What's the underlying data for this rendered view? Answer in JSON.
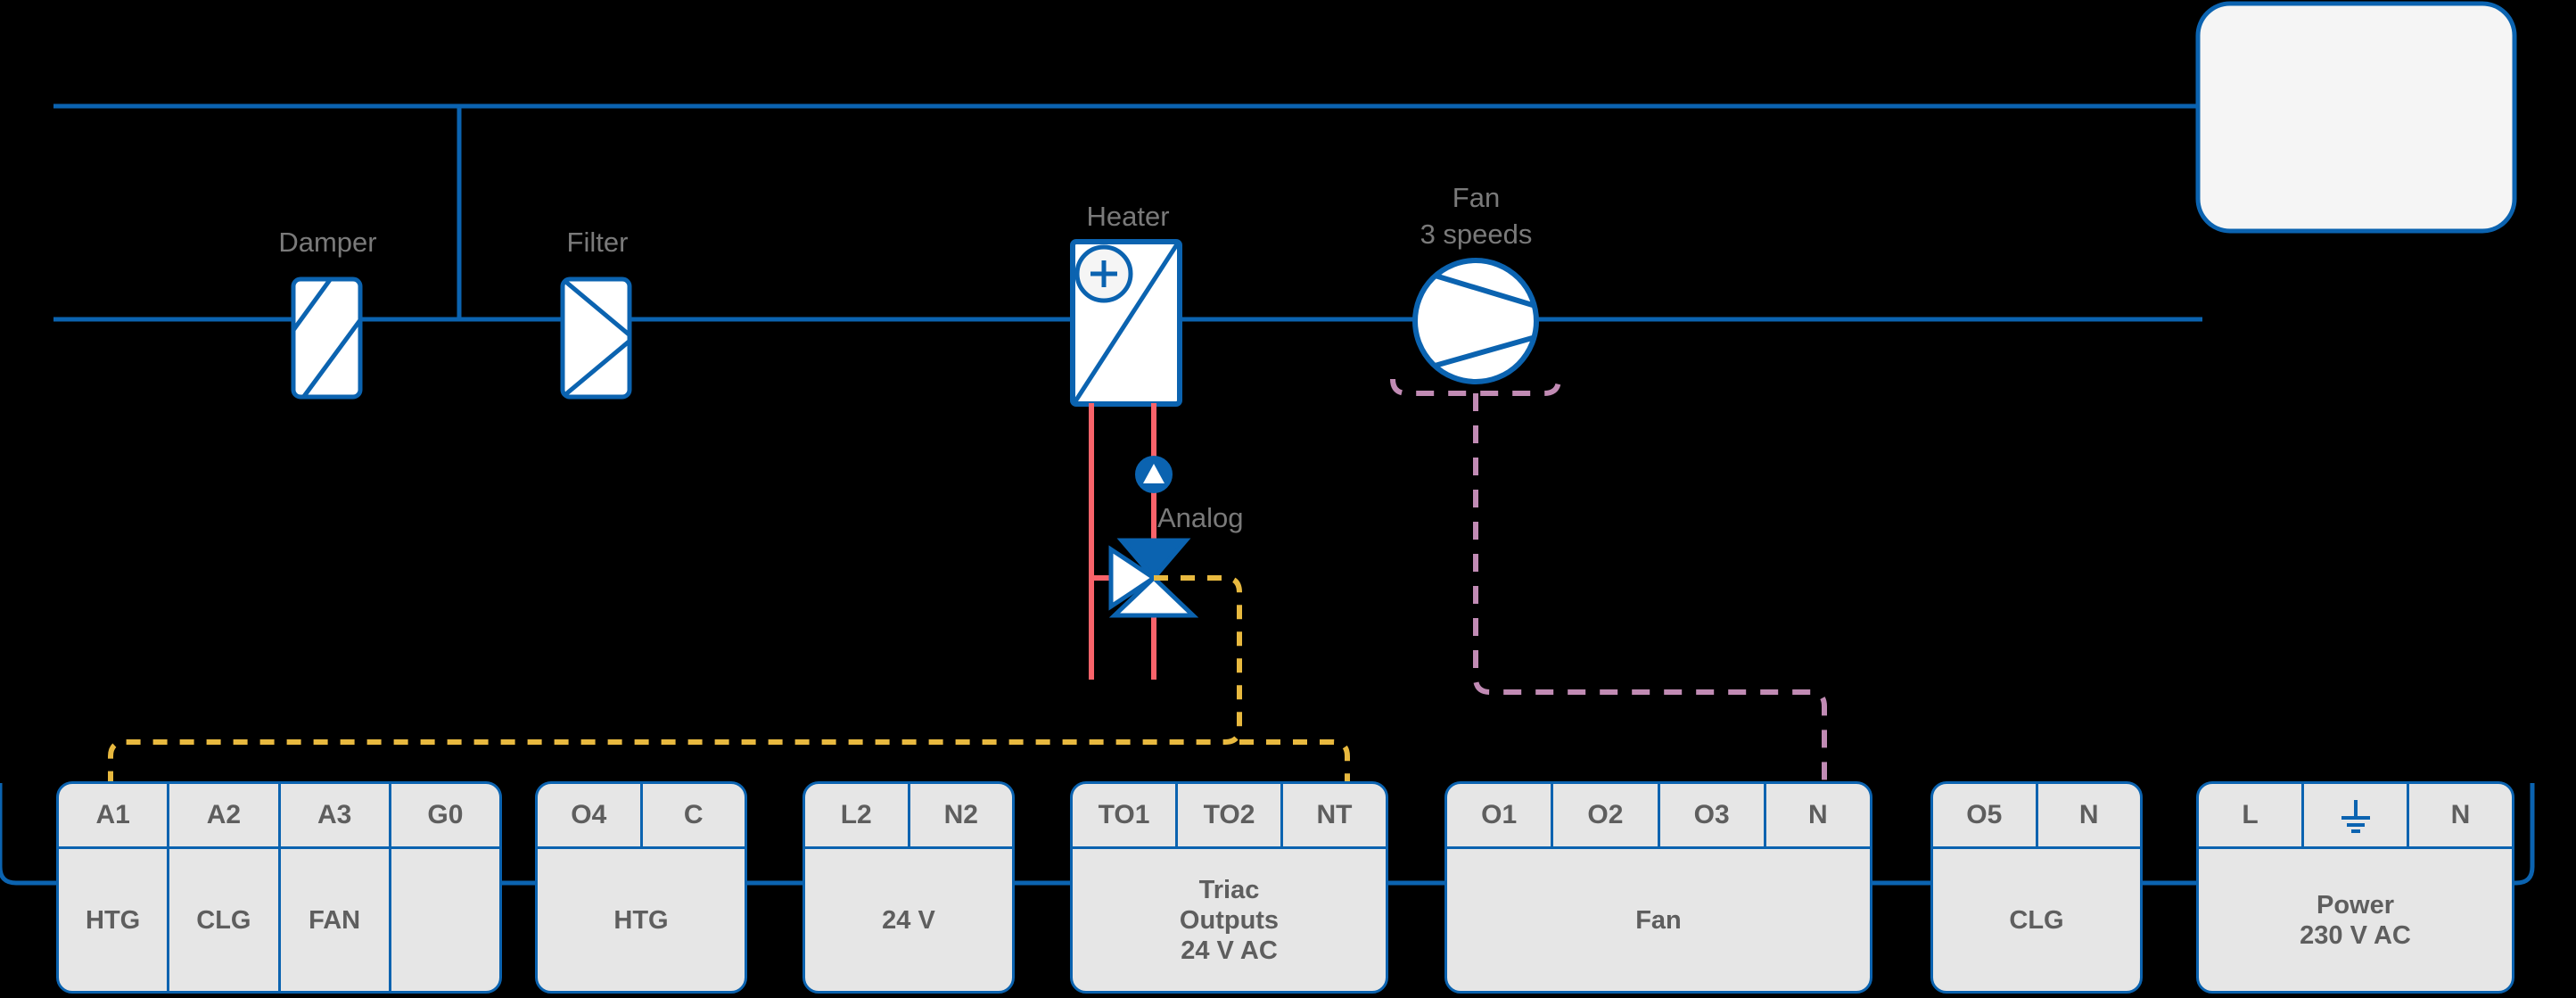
{
  "diagram": {
    "title_hidden": "",
    "airflow_components": [
      {
        "name": "damper",
        "label": "Damper",
        "symbol": "damper-hatched-rect"
      },
      {
        "name": "filter",
        "label": "Filter",
        "symbol": "filter-triangle-rect"
      },
      {
        "name": "heater",
        "label": "Heater",
        "symbol": "heating-coil-rect-plus"
      },
      {
        "name": "fan",
        "label": "Fan\n3 speeds",
        "symbol": "fan-circle-blades"
      },
      {
        "name": "room",
        "label": "",
        "symbol": "room-box"
      }
    ],
    "hydronic": {
      "pump_label": "",
      "pump_symbol": "pump-circle-triangle",
      "valve_label": "Analog",
      "valve_symbol": "three-way-valve-actuator",
      "pipe_color": "#f9636a"
    },
    "wires": [
      {
        "name": "analog-valve-wire",
        "color": "#e8b93f",
        "style": "dashed",
        "from": "valve-actuator",
        "to": "terminal-A1-and-NT"
      },
      {
        "name": "fan-wire",
        "color": "#c18bb4",
        "style": "dashed",
        "from": "fan",
        "to": "terminal-N"
      }
    ],
    "colors": {
      "line_blue": "#0b63b0",
      "fill_light": "#f5f5f5",
      "terminal_fill": "#e6e6e6",
      "text_grey": "#5e5e5e",
      "label_grey": "#7a7a7a",
      "pipe_red": "#f9636a",
      "wire_yellow": "#e8b93f",
      "wire_purple": "#c18bb4",
      "background": "#000000"
    }
  },
  "terminal_blocks": [
    {
      "id": "analog-inputs",
      "pins": [
        "A1",
        "A2",
        "A3",
        "G0"
      ],
      "descriptions": [
        {
          "text": "HTG",
          "span": 1
        },
        {
          "text": "CLG",
          "span": 1
        },
        {
          "text": "FAN",
          "span": 1
        },
        {
          "text": "",
          "span": 1
        }
      ]
    },
    {
      "id": "htg-relay",
      "pins": [
        "O4",
        "C"
      ],
      "descriptions": [
        {
          "text": "HTG",
          "span": 2
        }
      ]
    },
    {
      "id": "supply-24v",
      "pins": [
        "L2",
        "N2"
      ],
      "descriptions": [
        {
          "text": "24 V",
          "span": 2
        }
      ]
    },
    {
      "id": "triac-outputs",
      "pins": [
        "TO1",
        "TO2",
        "NT"
      ],
      "descriptions": [
        {
          "text": "Triac\nOutputs\n24 V AC",
          "span": 3
        }
      ]
    },
    {
      "id": "fan-outputs",
      "pins": [
        "O1",
        "O2",
        "O3",
        "N"
      ],
      "descriptions": [
        {
          "text": "Fan",
          "span": 4
        }
      ]
    },
    {
      "id": "clg-output",
      "pins": [
        "O5",
        "N"
      ],
      "descriptions": [
        {
          "text": "CLG",
          "span": 2
        }
      ]
    },
    {
      "id": "mains-power",
      "pins": [
        "L",
        "__GROUND__",
        "N"
      ],
      "descriptions": [
        {
          "text": "Power\n230 V AC",
          "span": 3
        }
      ]
    }
  ],
  "labels": {
    "damper": "Damper",
    "filter": "Filter",
    "heater": "Heater",
    "fan_line1": "Fan",
    "fan_line2": "3 speeds",
    "analog": "Analog"
  }
}
